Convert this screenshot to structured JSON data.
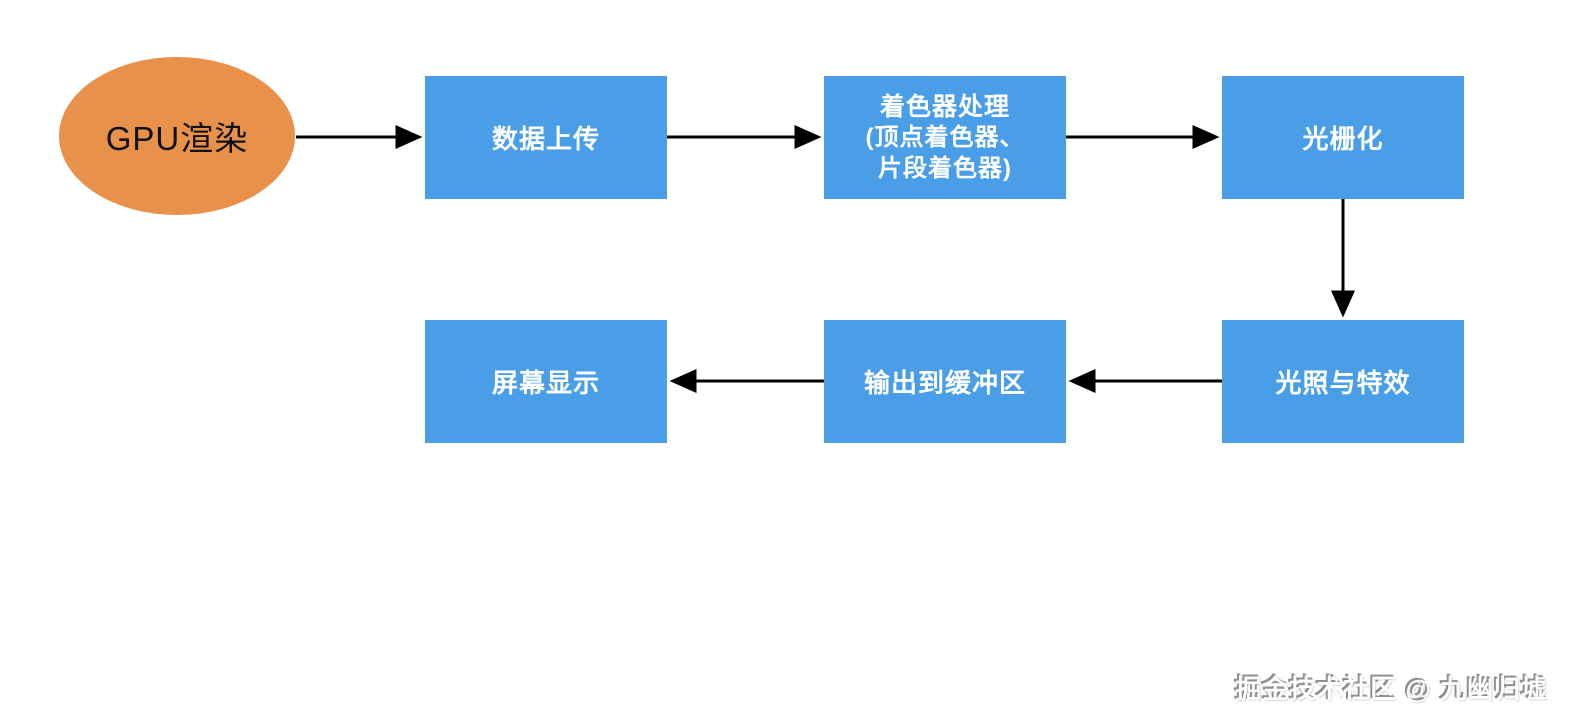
{
  "diagram": {
    "type": "flowchart",
    "nodes": {
      "gpu": {
        "shape": "ellipse",
        "fill": "#E8914B",
        "text_color": "#111111",
        "label": "GPU渲染"
      },
      "upload": {
        "shape": "rect",
        "fill": "#4A9EE8",
        "text_color": "#ffffff",
        "label": "数据上传"
      },
      "shader": {
        "shape": "rect",
        "fill": "#4A9EE8",
        "text_color": "#ffffff",
        "label": "着色器处理 (顶点着色器、片段着色器)",
        "line1": "着色器处理",
        "line2": "(顶点着色器、",
        "line3": "片段着色器)"
      },
      "raster": {
        "shape": "rect",
        "fill": "#4A9EE8",
        "text_color": "#ffffff",
        "label": "光栅化"
      },
      "lighting": {
        "shape": "rect",
        "fill": "#4A9EE8",
        "text_color": "#ffffff",
        "label": "光照与特效"
      },
      "buffer": {
        "shape": "rect",
        "fill": "#4A9EE8",
        "text_color": "#ffffff",
        "label": "输出到缓冲区"
      },
      "screen": {
        "shape": "rect",
        "fill": "#4A9EE8",
        "text_color": "#ffffff",
        "label": "屏幕显示"
      }
    },
    "edges": [
      {
        "from": "gpu",
        "to": "upload",
        "direction": "right"
      },
      {
        "from": "upload",
        "to": "shader",
        "direction": "right"
      },
      {
        "from": "shader",
        "to": "raster",
        "direction": "right"
      },
      {
        "from": "raster",
        "to": "lighting",
        "direction": "down"
      },
      {
        "from": "lighting",
        "to": "buffer",
        "direction": "left"
      },
      {
        "from": "buffer",
        "to": "screen",
        "direction": "left"
      }
    ],
    "arrow_color": "#000000"
  },
  "watermark": {
    "text": "掘金技术社区 @ 九幽归墟"
  }
}
